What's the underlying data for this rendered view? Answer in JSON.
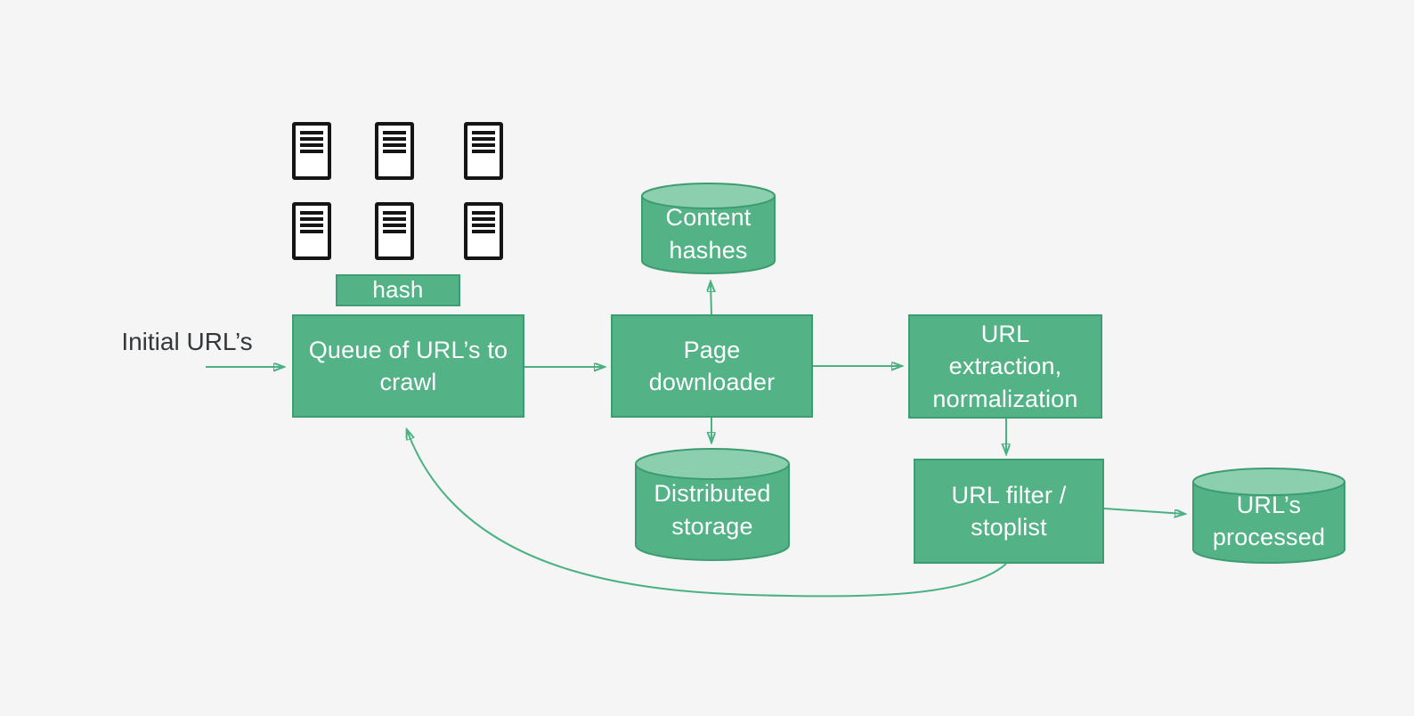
{
  "colors": {
    "background": "#f4f5f4",
    "node_fill": "#53b286",
    "node_border": "#3d9c70",
    "cylinder_top_fill": "#8ccfaf",
    "arrow": "#4ab183",
    "label_text": "#ffffff",
    "dark_text": "#33373a",
    "server_ink": "#151515"
  },
  "nodes": {
    "initial_urls": {
      "type": "text",
      "label": "Initial URL’s"
    },
    "hash": {
      "type": "box",
      "label": "hash"
    },
    "queue": {
      "type": "box",
      "label": "Queue of URL’s to\ncrawl"
    },
    "page_downloader": {
      "type": "box",
      "label": "Page\ndownloader"
    },
    "url_extraction": {
      "type": "box",
      "label": "URL\nextraction,\nnormalization"
    },
    "url_filter": {
      "type": "box",
      "label": "URL filter /\nstoplist"
    },
    "content_hashes": {
      "type": "cylinder",
      "label": "Content\nhashes"
    },
    "distributed_storage": {
      "type": "cylinder",
      "label": "Distributed\nstorage"
    },
    "urls_processed": {
      "type": "cylinder",
      "label": "URL’s\nprocessed"
    },
    "server_cluster": {
      "type": "icon-group",
      "icon": "server-icon",
      "count": 6
    }
  },
  "edges": [
    {
      "from": "initial_urls",
      "to": "queue"
    },
    {
      "from": "queue",
      "to": "page_downloader"
    },
    {
      "from": "page_downloader",
      "to": "content_hashes"
    },
    {
      "from": "page_downloader",
      "to": "distributed_storage"
    },
    {
      "from": "page_downloader",
      "to": "url_extraction"
    },
    {
      "from": "url_extraction",
      "to": "url_filter"
    },
    {
      "from": "url_filter",
      "to": "urls_processed"
    },
    {
      "from": "url_filter",
      "to": "queue"
    }
  ]
}
